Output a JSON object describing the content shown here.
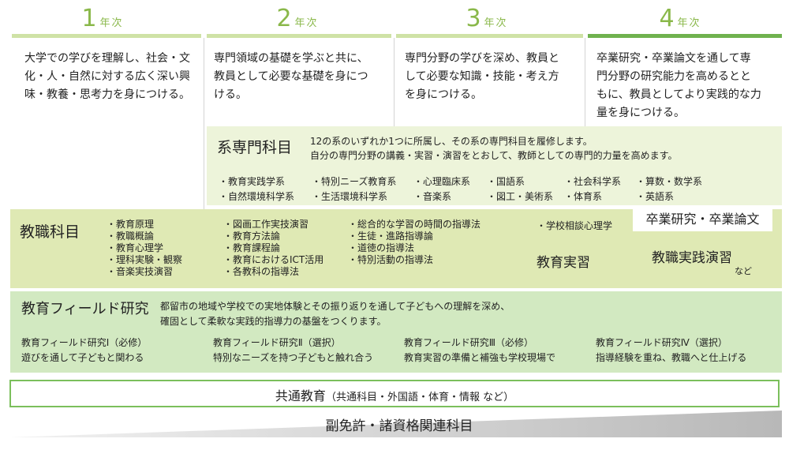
{
  "years": [
    {
      "num": "1",
      "label": "年次",
      "desc": [
        "大学での学びを理解し、社会・文",
        "化・人・自然に対する広く深い興",
        "味・教養・思考力を身につける。"
      ]
    },
    {
      "num": "2",
      "label": "年次",
      "desc": [
        "専門領域の基礎を学ぶと共に、",
        "教員として必要な基礎を身につ",
        "ける。"
      ]
    },
    {
      "num": "3",
      "label": "年次",
      "desc": [
        "専門分野の学びを深め、教員と",
        "して必要な知識・技能・考え方",
        "を身につける。"
      ]
    },
    {
      "num": "4",
      "label": "年次",
      "desc": [
        "卒業研究・卒業論文を通して専",
        "門分野の研究能力を高めるとと",
        "もに、教員としてより実践的な力",
        "量を身につける。"
      ]
    }
  ],
  "kei": {
    "title": "系専門科目",
    "desc": [
      "12の系のいずれか1つに所属し、その系の専門科目を履修します。",
      "自分の専門分野の講義・実習・演習をとおして、教師としての専門的力量を高めます。"
    ],
    "items": [
      "・教育実践学系",
      "・自然環境科学系",
      "・特別ニーズ教育系",
      "・生活環境科学系",
      "・心理臨床系",
      "・音楽系",
      "・国語系",
      "・図工・美術系",
      "・社会科学系",
      "・体育系",
      "・算数・数学系",
      "・英語系"
    ]
  },
  "graduation": "卒業研究・卒業論文",
  "kyoshoku": {
    "title": "教職科目",
    "col1": [
      "・教育原理",
      "・教職概論",
      "・教育心理学",
      "・理科実験・観察",
      "・音楽実技演習"
    ],
    "col2": [
      "・図画工作実技演習",
      "・教育方法論",
      "・教育課程論",
      "・教育におけるICT活用",
      "・各教科の指導法"
    ],
    "col3": [
      "・総合的な学習の時間の指導法",
      "・生徒・進路指導論",
      "・道徳の指導法",
      "・特別活動の指導法"
    ],
    "col4": [
      "・学校相談心理学"
    ],
    "practice": "教育実習",
    "seminar": "教職実践演習",
    "etc": "など"
  },
  "field": {
    "title": "教育フィールド研究",
    "desc": [
      "都留市の地域や学校での実地体験とその振り返りを通して子どもへの理解を深め、",
      "確固として柔軟な実践的指導力の基盤をつくります。"
    ],
    "courses": [
      {
        "name": "教育フィールド研究Ⅰ（必修）",
        "sub": "遊びを通して子どもと関わる"
      },
      {
        "name": "教育フィールド研究Ⅱ（選択）",
        "sub": "特別なニーズを持つ子どもと触れ合う"
      },
      {
        "name": "教育フィールド研究Ⅲ（必修）",
        "sub": "教育実習の準備と補強も学校現場で"
      },
      {
        "name": "教育フィールド研究Ⅳ（選択）",
        "sub": "指導経験を重ね、教職へと仕上げる"
      }
    ]
  },
  "common": {
    "main": "共通教育",
    "sub": "（共通科目・外国語・体育・情報 など）"
  },
  "sub_license": "副免許・諸資格関連科目",
  "colors": {
    "year_green": "#8ab84a",
    "bar_light": "#cfe2a6",
    "bar_dark": "#6fb24e",
    "kei_bg": "#edf4da",
    "kyoshoku_bg": "#dfe9b4",
    "field_bg": "#d2e9c1",
    "common_border": "#7bbf5c"
  }
}
